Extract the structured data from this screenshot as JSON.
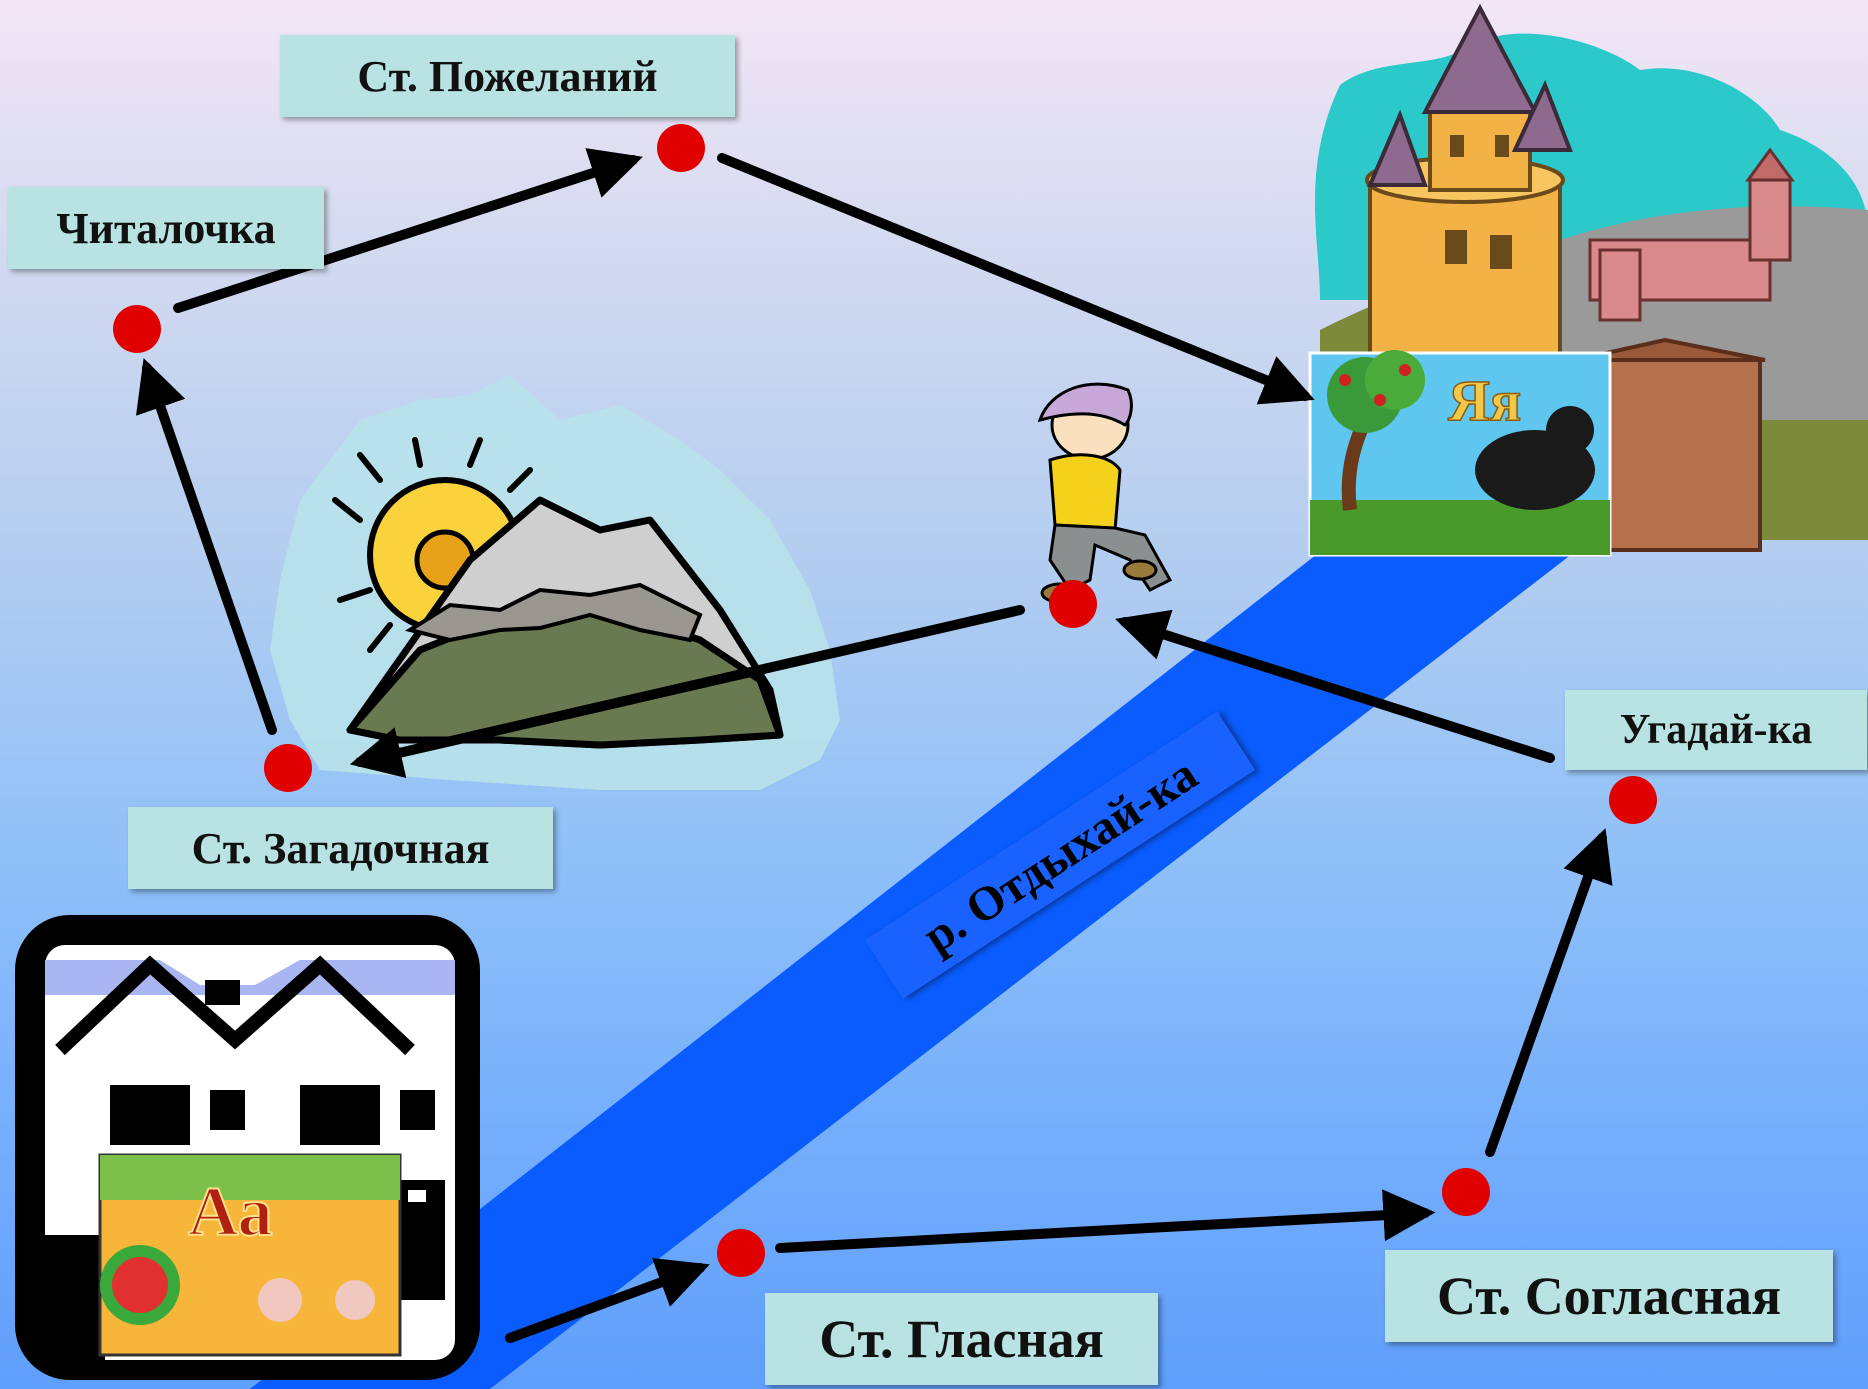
{
  "stations": {
    "pozhelaniy": "Ст. Пожеланий",
    "chitalochka": "Читалочка",
    "zagadochnaya": "Ст. Загадочная",
    "ugadayka": "Угадай-ка",
    "glasnaya": "Ст. Гласная",
    "soglasnaya": "Ст. Согласная"
  },
  "river": {
    "label": "р. Отдыхай-ка"
  },
  "cards": {
    "start_letters": "Аа",
    "finish_letters": "Яя"
  },
  "colors": {
    "dot": "#e00000",
    "arrow": "#000000",
    "river": "#0a5cff",
    "label_bg": "#b9e3e3"
  }
}
